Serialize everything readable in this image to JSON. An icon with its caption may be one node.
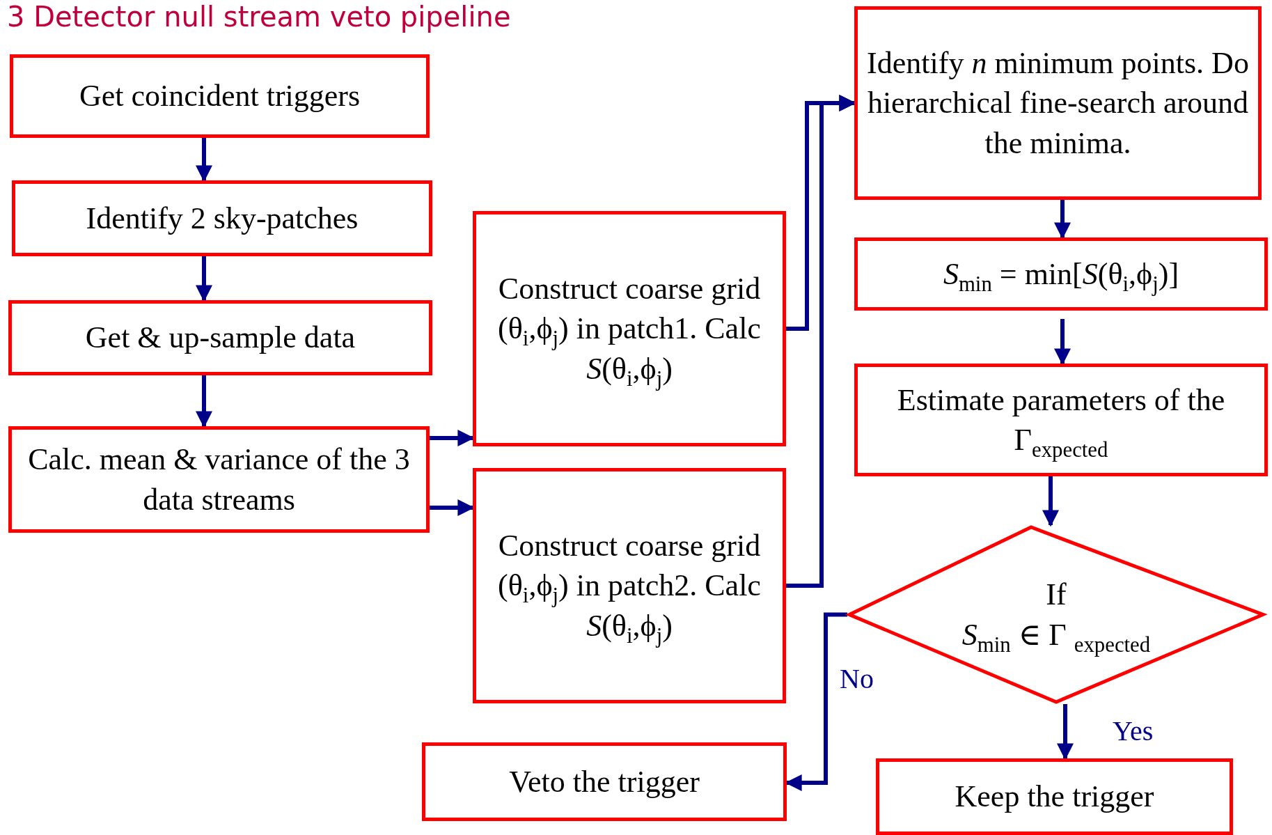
{
  "diagram": {
    "title": "3 Detector null stream veto pipeline",
    "nodes": [
      {
        "text": [
          "Get coincident triggers"
        ]
      },
      {
        "text": [
          "Identify 2 sky-patches"
        ]
      },
      {
        "text": [
          "Get & up-sample data"
        ]
      },
      {
        "text": [
          "Calc. mean & variance of the 3 data streams"
        ]
      },
      {
        "text": [
          "Construct coarse grid (θ$_{i}$,ϕ$_{j}$) in patch1. Calc *S*(θ$_{i}$,ϕ$_{j}$)"
        ]
      },
      {
        "text": [
          "Construct coarse grid (θ$_{i}$,ϕ$_{j}$) in patch2. Calc *S*(θ$_{i}$,ϕ$_{j}$)"
        ]
      },
      {
        "text": [
          "Identify *n* minimum points. Do hierarchical fine-search around the minima."
        ]
      },
      {
        "text": [
          "*S*$_{min}$ = min[*S*(θ$_{i}$,ϕ$_{j}$)]"
        ]
      },
      {
        "text": [
          "Estimate parameters of the Γ$_{expected}$"
        ]
      },
      {
        "text": [
          "If",
          "*S*$_{min}$ ∈ Γ $_{expected}$"
        ]
      },
      {
        "text": [
          "Veto the trigger"
        ]
      },
      {
        "text": [
          "Keep the trigger"
        ]
      }
    ],
    "edges": [
      {
        "from": 0,
        "to": 1,
        "arrow": "to"
      },
      {
        "from": 1,
        "to": 2,
        "arrow": "to"
      },
      {
        "from": 2,
        "to": 3,
        "arrow": "to"
      },
      {
        "from": 3,
        "to": 4,
        "arrow": "to"
      },
      {
        "from": 3,
        "to": 5,
        "arrow": "to"
      },
      {
        "from": 4,
        "to": 6,
        "arrow": "to"
      },
      {
        "from": 5,
        "to": 6,
        "arrow": "to"
      },
      {
        "from": 6,
        "to": 7,
        "arrow": "to"
      },
      {
        "from": 7,
        "to": 8,
        "arrow": "to"
      },
      {
        "from": 8,
        "to": 9,
        "arrow": "to"
      },
      {
        "from": 9,
        "to": 10,
        "label": "No",
        "arrow": "to"
      },
      {
        "from": 9,
        "to": 11,
        "label": "Yes",
        "arrow": "to"
      }
    ]
  }
}
